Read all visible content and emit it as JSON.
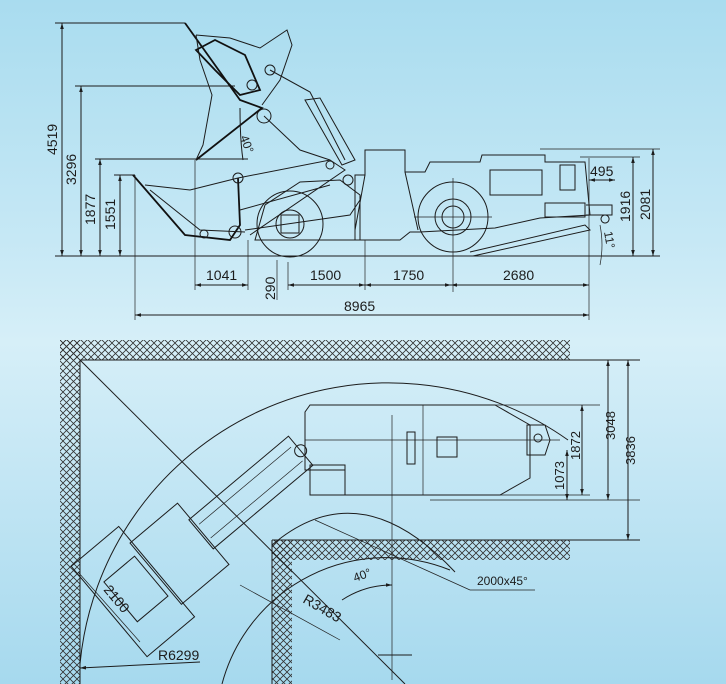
{
  "side_view": {
    "heights": {
      "max_dump": "4519",
      "pin": "3296",
      "dump_clearance": "1877",
      "bucket_lip": "1551"
    },
    "bucket_angle": "40°",
    "lengths": {
      "reach": "1041",
      "ground_clearance": "290",
      "front_to_axle": "1500",
      "wheelbase": "1750",
      "rear_overhang": "2680",
      "overall": "8965"
    },
    "rear": {
      "hitch": "495",
      "height": "1916",
      "overall_height": "2081",
      "departure_angle": "11°"
    }
  },
  "plan_view": {
    "widths": {
      "corridor_width": "3048",
      "opening": "3836",
      "machine_width": "1872",
      "half_width": "1073"
    },
    "chamfer": "2000x45°",
    "steer_angle": "40°",
    "inner_radius": "R3483",
    "outer_radius": "R6299",
    "bucket_width": "2100"
  },
  "colors": {
    "line": "#1c1c1c",
    "background": "#c6e8f5"
  }
}
